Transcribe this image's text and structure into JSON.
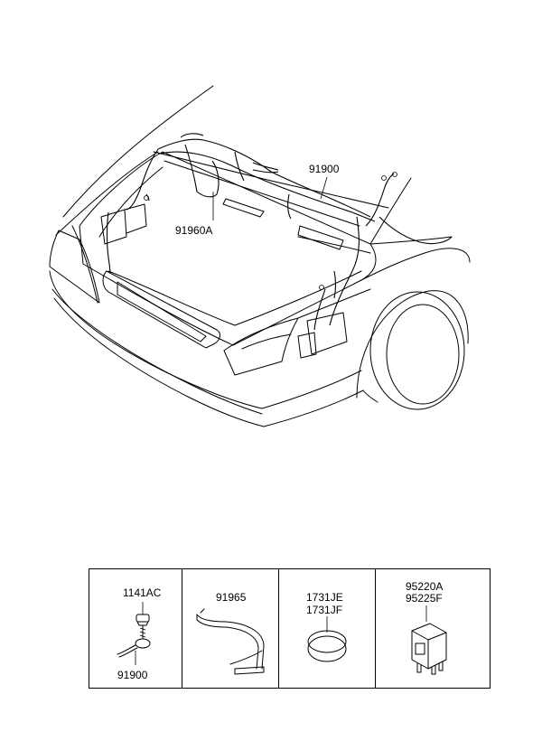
{
  "main_labels": {
    "harness": "91900",
    "sub_harness": "91960A"
  },
  "parts": [
    {
      "codes": [
        "1141AC",
        "91900"
      ],
      "icon": "bolt-ground-terminal-icon"
    },
    {
      "codes": [
        "91965"
      ],
      "icon": "wire-protector-icon"
    },
    {
      "codes": [
        "1731JE",
        "1731JF"
      ],
      "icon": "plug-cap-icon"
    },
    {
      "codes": [
        "95220A",
        "95225F"
      ],
      "icon": "relay-icon"
    }
  ]
}
